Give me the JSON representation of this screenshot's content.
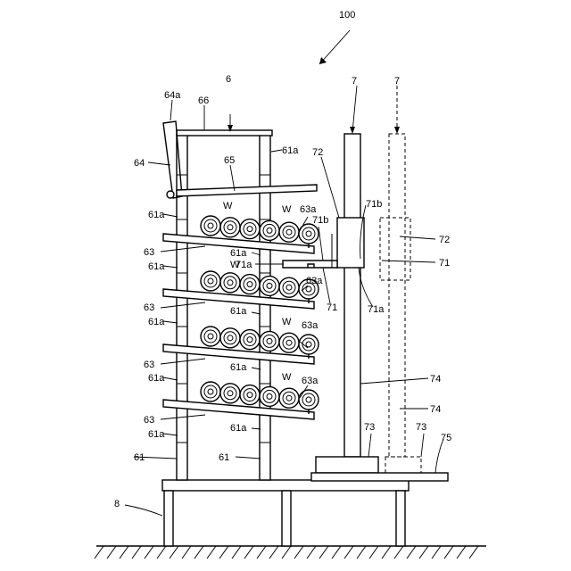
{
  "labels": {
    "ref_100": "100",
    "ref_6": "6",
    "ref_64a": "64a",
    "ref_66": "66",
    "ref_64": "64",
    "ref_65": "65",
    "ref_61a": "61a",
    "ref_63": "63",
    "ref_63a": "63a",
    "ref_W": "W",
    "ref_61": "61",
    "ref_8": "8",
    "ref_7": "7",
    "ref_72": "72",
    "ref_71": "71",
    "ref_71a": "71a",
    "ref_71b": "71b",
    "ref_74": "74",
    "ref_73": "73",
    "ref_75": "75"
  }
}
